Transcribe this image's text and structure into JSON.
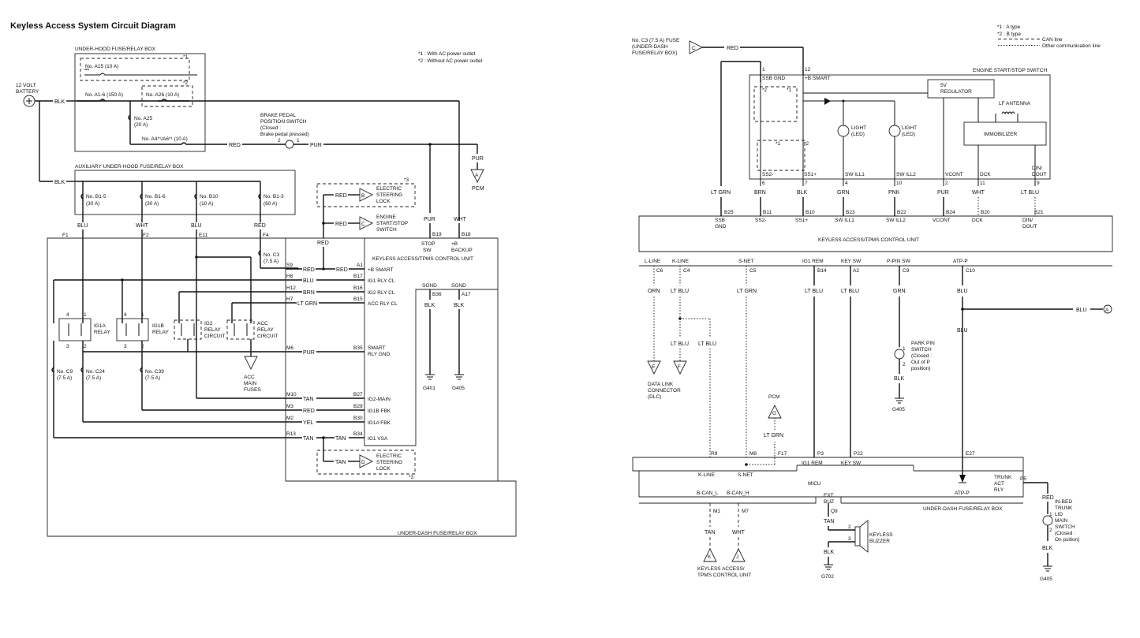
{
  "title": "Keyless Access System Circuit Diagram",
  "footnotes_left": [
    "*1 : With AC power outlet",
    "*2 : Without AC power outlet"
  ],
  "footnotes_right": [
    "*1 : A type",
    "*2 : B type"
  ],
  "legend": {
    "can_line": "CAN line",
    "other_line": "Other communication line"
  },
  "left": {
    "battery": [
      "12 VOLT",
      "BATTERY"
    ],
    "underhood_box": "UNDER-HOOD FUSE/RELAY BOX",
    "aux_box": "AUXILIARY UNDER-HOOD FUSE/RELAY BOX",
    "underdash_box": "UNDER-DASH FUSE/RELAY BOX",
    "fuse_a15": "No. A15 (10 A)",
    "fuse_a1_6": "No. A1-6 (150 A)",
    "fuse_a26": "No. A26 (10 A)",
    "fuse_a25": [
      "No. A25",
      "(20 A)"
    ],
    "fuse_a4": "No. A4*¹/A6*¹ (10 A)",
    "star1": "*1",
    "star2": "*2",
    "star3": "*3",
    "brake_switch": [
      "BRAKE PEDAL",
      "POSITION SWITCH",
      "(Closed :",
      "Brake pedal pressed)"
    ],
    "fuse_b1_5": [
      "No. B1-5",
      "(30 A)"
    ],
    "fuse_b1_6": [
      "No. B1-6",
      "(30 A)"
    ],
    "fuse_b10": [
      "No. B10",
      "(10 A)"
    ],
    "fuse_b1_3": [
      "No. B1-3",
      "(60 A)"
    ],
    "fuse_c3": [
      "No. C3",
      "(7.5 A)"
    ],
    "fuse_c9": [
      "No. C9",
      "(7.5 A)"
    ],
    "fuse_c24": [
      "No. C24",
      "(7.5 A)"
    ],
    "fuse_c39": [
      "No. C39",
      "(7.5 A)"
    ],
    "ig1a_relay": [
      "IG1A",
      "RELAY"
    ],
    "ig1b_relay": [
      "IG1B",
      "RELAY"
    ],
    "ig2_relay": [
      "IG2",
      "RELAY",
      "CIRCUIT"
    ],
    "acc_relay": [
      "ACC",
      "RELAY",
      "CIRCUIT"
    ],
    "acc_fuses": [
      "ACC",
      "MAIN",
      "FUSES"
    ],
    "pcm": "PCM",
    "esl_top": [
      "ELECTRIC",
      "STEERING",
      "LOCK"
    ],
    "ess": [
      "ENGINE",
      "START/STOP",
      "SWITCH"
    ],
    "esl_bottom": [
      "ELECTRIC",
      "STEERING",
      "LOCK"
    ],
    "ecu_title": "KEYLESS ACCESS/TPMS CONTROL UNIT",
    "stop_sw": [
      "STOP",
      "SW"
    ],
    "b_backup": [
      "+B",
      "BACKUP"
    ],
    "sgnd": "SGND",
    "g401": "G401",
    "g405": "G405",
    "pins": {
      "a1": "A1",
      "b17": "B17",
      "b16": "B16",
      "b15": "B15",
      "b35": "B35",
      "b27": "B27",
      "b29": "B29",
      "b30": "B30",
      "b34": "B34",
      "b19": "B19",
      "b18": "B18",
      "b36": "B36",
      "a17": "A17"
    },
    "pin_labels": {
      "a1": "+B SMART",
      "b17": "IG1 RLY CL",
      "b16": "IG2 RLY CL",
      "b15": "ACC RLY CL",
      "b35": [
        "SMART",
        "RLY GND"
      ],
      "b27": "IG2-MAIN",
      "b29": "IG1B FBK",
      "b30": "IG1A FBK",
      "b34": "IG1 VSA"
    },
    "terminals": {
      "f1": "F1",
      "f2": "F2",
      "e11": "E11",
      "f4": "F4",
      "s9": "S9",
      "h8": "H8",
      "h12": "H12",
      "h7": "H7",
      "m6": "M6",
      "m10": "M10",
      "m3": "M3",
      "m2": "M2",
      "r13": "R13"
    },
    "relay_pins": {
      "p4": "4",
      "p1": "1",
      "p3": "3",
      "p2": "2"
    },
    "switch_pins": {
      "p2": "2",
      "p1": "1"
    },
    "wires": {
      "blk": "BLK",
      "red": "RED",
      "pur": "PUR",
      "blu": "BLU",
      "wht": "WHT",
      "brn": "BRN",
      "ltgrn": "LT GRN",
      "tan": "TAN",
      "yel": "YEL"
    },
    "conn": {
      "a": "A",
      "b": "B",
      "c": "C",
      "d": "D"
    }
  },
  "right": {
    "fuse_c3": [
      "No. C3 (7.5 A) FUSE",
      "(UNDER-DASH",
      "FUSE/RELAY BOX)"
    ],
    "ess_title": "ENGINE START/STOP SWITCH",
    "ssb_gnd": "SSB GND",
    "b_smart": "+B SMART",
    "regulator": [
      "5V",
      "REGULATOR"
    ],
    "lf_antenna": "LF ANTENNA",
    "immobilizer": "IMMOBILIZER",
    "light1": [
      "LIGHT",
      "(LED)"
    ],
    "light2": [
      "LIGHT",
      "(LED)"
    ],
    "star1": "*1",
    "star2": "*2",
    "ess_pins": [
      "1",
      "12",
      "6",
      "7",
      "4",
      "10",
      "2",
      "11",
      "9"
    ],
    "ess_terms": [
      "SS2-",
      "SS1+",
      "SW ILL1",
      "SW ILL2",
      "VCONT",
      "DCK",
      "DIN/\nDOUT"
    ],
    "wire_colors_top": [
      "LT GRN",
      "BRN",
      "BLK",
      "GRN",
      "PNK",
      "PUR",
      "WHT",
      "LT BLU"
    ],
    "ecu_pins": [
      "B25",
      "B11",
      "B10",
      "B23",
      "B22",
      "B24",
      "B20",
      "B21"
    ],
    "ecu_terms": [
      "SSB\nGND",
      "SS2-",
      "SS1+",
      "SW ILL1",
      "SW ILL2",
      "VCONT",
      "DCK",
      "DIN/\nDOUT"
    ],
    "ecu_title": "KEYLESS ACCESS/TPMS CONTROL UNIT",
    "lines": [
      "L-LINE",
      "K-LINE",
      "S-NET",
      "IG1 REM",
      "KEY SW",
      "P-PIN SW",
      "ATP-P"
    ],
    "line_pins": [
      "C6",
      "C4",
      "C5",
      "B14",
      "A2",
      "C9",
      "C10"
    ],
    "line_colors": [
      "ORN",
      "LT BLU",
      "LT GRN",
      "LT BLU",
      "LT BLU",
      "GRN",
      "BLU"
    ],
    "lt_blu": "LT BLU",
    "dlc": [
      "DATA LINK",
      "CONNECTOR",
      "(DLC)"
    ],
    "park_pin": [
      "PARK PIN",
      "SWITCH",
      "(Closed :",
      "Out of P",
      "position)"
    ],
    "blk": "BLK",
    "blu": "BLU",
    "red": "RED",
    "tan": "TAN",
    "wht": "WHT",
    "ltgrn": "LT GRN",
    "g405": "G405",
    "g702": "G702",
    "pcm": "PCM",
    "micu": "MICU",
    "micu_pins": [
      "R9",
      "M8",
      "F17",
      "P3",
      "P22",
      "E27",
      "P5",
      "M1",
      "M7",
      "Q9"
    ],
    "micu_terms": [
      "K-LINE",
      "S-NET",
      "IG1 REM",
      "KEY SW",
      "ATP-P",
      "B-CAN_L",
      "B-CAN_H",
      "EXT\nBUZ"
    ],
    "trunk_act": [
      "TRUNK",
      "ACT",
      "RLY"
    ],
    "underdash_box": "UNDER-DASH FUSE/RELAY BOX",
    "buzzer": [
      "KEYLESS",
      "BUZZER"
    ],
    "buzzer_pins": [
      "2",
      "3"
    ],
    "trunk_switch": [
      "IN-BED",
      "TRUNK",
      "LID",
      "MAIN",
      "SWITCH",
      "(Closed :",
      "On psition)"
    ],
    "trunk_pins": [
      "1",
      "2"
    ],
    "keyless_unit": [
      "KEYLESS ACCESS/",
      "TPMS CONTROL UNIT"
    ],
    "conn": {
      "a": "A",
      "c": "C",
      "e": "E",
      "f": "F",
      "g": "G",
      "j": "J",
      "k": "K"
    }
  }
}
